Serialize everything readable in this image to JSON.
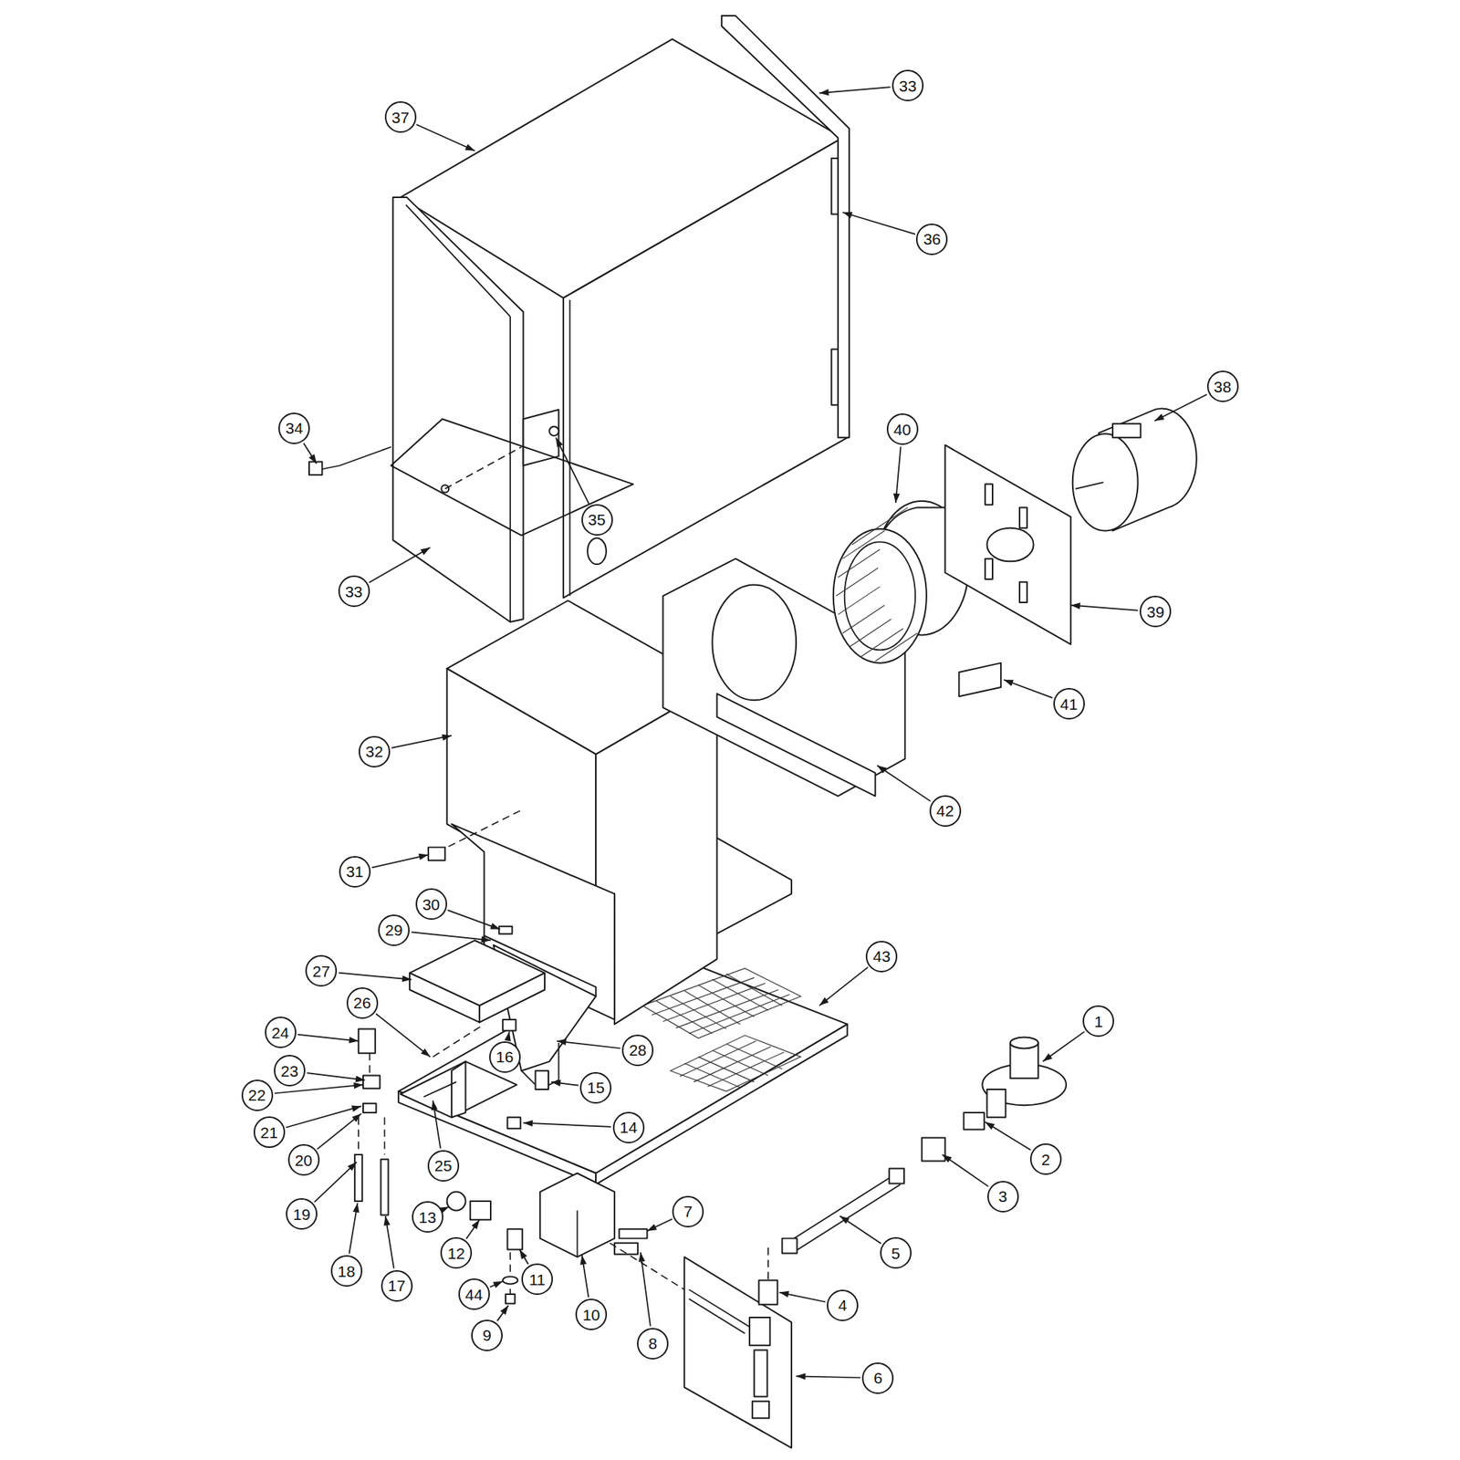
{
  "diagram": {
    "labels": [
      "1",
      "2",
      "3",
      "4",
      "5",
      "6",
      "7",
      "8",
      "9",
      "10",
      "11",
      "12",
      "13",
      "14",
      "15",
      "16",
      "17",
      "18",
      "19",
      "20",
      "21",
      "22",
      "23",
      "24",
      "25",
      "26",
      "27",
      "28",
      "29",
      "30",
      "31",
      "32",
      "33",
      "33",
      "34",
      "35",
      "36",
      "37",
      "38",
      "39",
      "40",
      "41",
      "42",
      "43",
      "44"
    ]
  }
}
